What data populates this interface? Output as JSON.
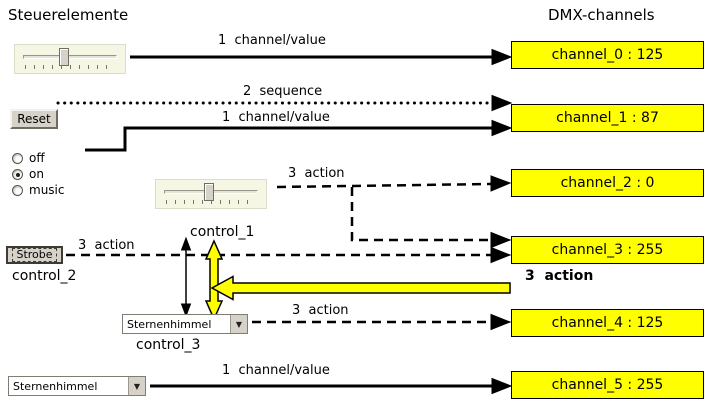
{
  "titles": {
    "left": "Steuerelemente",
    "right": "DMX-channels"
  },
  "channels": [
    {
      "name": "channel_0",
      "value": "125",
      "label": "channel_0 : 125"
    },
    {
      "name": "channel_1",
      "value": "87",
      "label": "channel_1 : 87"
    },
    {
      "name": "channel_2",
      "value": "0",
      "label": "channel_2 : 0"
    },
    {
      "name": "channel_3",
      "value": "255",
      "label": "channel_3 : 255"
    },
    {
      "name": "channel_4",
      "value": "125",
      "label": "channel_4 : 125"
    },
    {
      "name": "channel_5",
      "value": "255",
      "label": "channel_5 : 255"
    }
  ],
  "controls": {
    "reset_button": "Reset",
    "radio_group": {
      "options": [
        {
          "label": "off",
          "selected": false
        },
        {
          "label": "on",
          "selected": true
        },
        {
          "label": "music",
          "selected": false
        }
      ]
    },
    "strobe_button": "Strobe",
    "control_1_caption": "control_1",
    "control_2_caption": "control_2",
    "control_3_caption": "control_3",
    "control_3_dropdown_value": "Sternenhimmel",
    "bottom_dropdown_value": "Sternenhimmel"
  },
  "arrow_labels": {
    "top_channel_value": "1  channel/value",
    "sequence": "2  sequence",
    "radio_channel_value": "1  channel/value",
    "control1_action": "3  action",
    "control2_action": "3  action",
    "highlight_action": "3  action",
    "control3_action": "3  action",
    "bottom_channel_value": "1  channel/value"
  },
  "icons": {
    "dropdown_arrow": "▼"
  },
  "colors": {
    "channel_bg": "#ffff00",
    "highlight_arrow": "#ffff00"
  }
}
